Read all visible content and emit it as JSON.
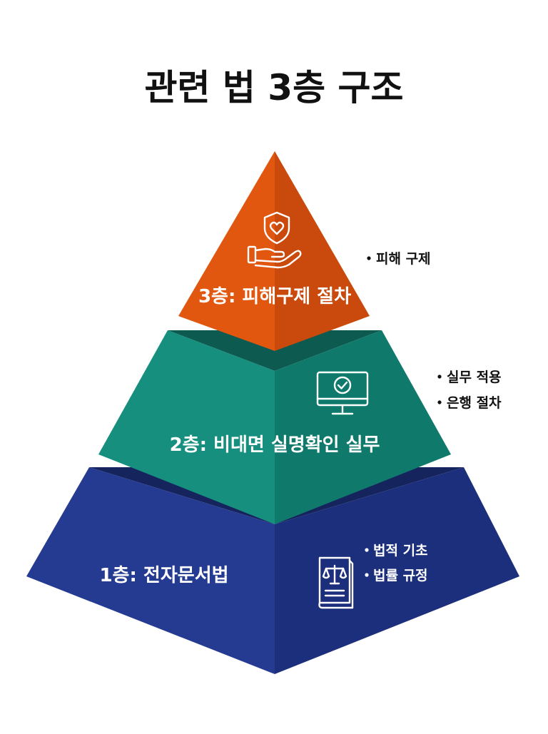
{
  "title": "관련 법 3층 구조",
  "tiers": [
    {
      "label": "3층: 피해구제 절차",
      "bullets": [
        "피해 구제"
      ],
      "icon": "hand-shield-heart-icon",
      "colors": {
        "front": "#e2570f",
        "side": "#c94a0c"
      }
    },
    {
      "label": "2층: 비대면 실명확인 실무",
      "bullets": [
        "실무 적용",
        "은행 절차"
      ],
      "icon": "monitor-check-icon",
      "colors": {
        "front": "#168f7e",
        "side": "#0f7a6c",
        "top": "#0d5a50"
      }
    },
    {
      "label": "1층: 전자문서법",
      "bullets": [
        "법적 기초",
        "법률 규정"
      ],
      "icon": "law-book-scales-icon",
      "colors": {
        "front": "#253a91",
        "side": "#1c2f7c",
        "top": "#16245e"
      }
    }
  ]
}
